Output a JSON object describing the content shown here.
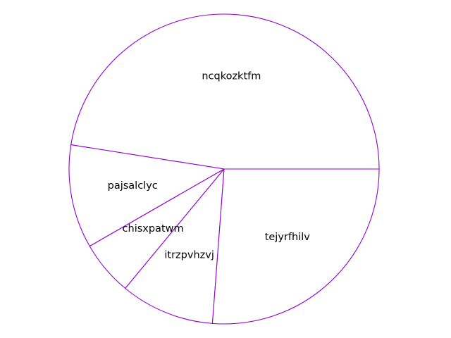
{
  "chart_data": {
    "type": "pie",
    "title": "",
    "start_angle_deg": 0,
    "direction": "counterclockwise",
    "colors": {
      "edge": "#9400d3",
      "fill": "#ffffff",
      "text": "#000000"
    },
    "slices": [
      {
        "label": "ncqkozktfm",
        "value": 47.5
      },
      {
        "label": "pajsalclyc",
        "value": 10.8
      },
      {
        "label": "chisxpatwm",
        "value": 5.7
      },
      {
        "label": "itrzpvhzvj",
        "value": 9.8
      },
      {
        "label": "tejyrfhilv",
        "value": 26.2
      }
    ]
  }
}
